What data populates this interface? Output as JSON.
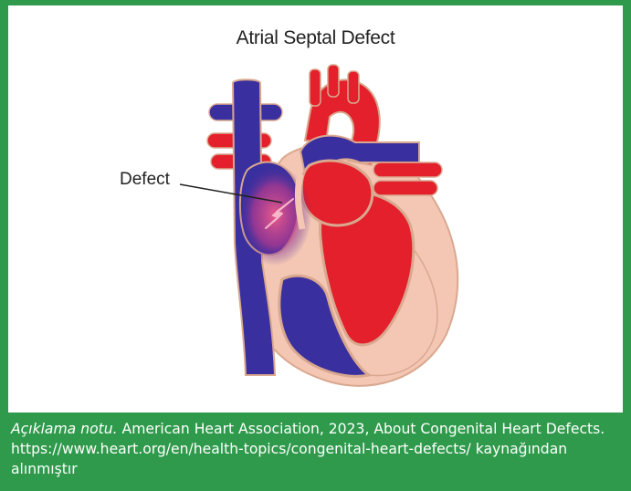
{
  "figure": {
    "title": "Atrial Septal Defect",
    "defect_label": "Defect",
    "caption_note": "Açıklama notu.",
    "caption_text": " American Heart Association, 2023, About Congenital Heart Defects. https://www.heart.org/en/health-topics/congenital-heart-defects/ kaynağından alınmıştır"
  },
  "colors": {
    "frame": "#2f9a4b",
    "oxygenated": "#e3202b",
    "deoxygenated": "#3a2f9e",
    "muscle": "#f4c6b4",
    "outline": "#d9a88f"
  },
  "icons": [
    "shunt-arrow-icon"
  ]
}
